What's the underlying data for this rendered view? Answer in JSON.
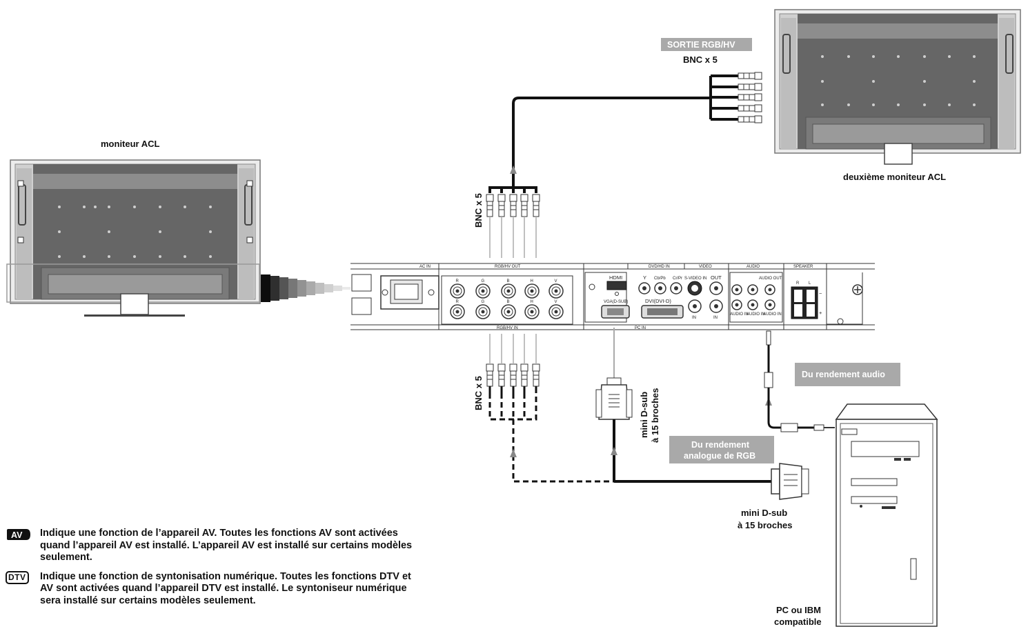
{
  "labels": {
    "lcd_monitor": "moniteur ACL",
    "second_monitor": "deuxième moniteur ACL",
    "rgb_hv_output": "SORTIE RGB/HV",
    "bnc_x5_top": "BNC x 5",
    "bnc_x5_vertical": "BNC x 5",
    "bnc_x5_lower": "BNC x 5",
    "mini_dsub_vert_1": "mini D-sub",
    "mini_dsub_vert_2": "à 15 broches",
    "mini_dsub_1": "mini D-sub",
    "mini_dsub_2": "à 15 broches",
    "audio_output": "Du rendement audio",
    "rgb_analog_1": "Du rendement",
    "rgb_analog_2": "analogue de RGB",
    "pc_1": "PC ou IBM",
    "pc_2": "compatible"
  },
  "panel": {
    "ac_in": "AC IN",
    "rgbhv_out": "RGB/HV OUT",
    "rgbhv_in": "RGB/HV IN",
    "dvd_hd_in": "DVD/HD IN",
    "video": "VIDEO",
    "audio": "AUDIO",
    "speaker": "SPEAKER",
    "pc_in": "PC IN",
    "hdmi": "HDMI",
    "vga": "VGA(D-SUB)",
    "dvi": "DVI(DVI-D)",
    "y": "Y",
    "cb_pb": "Cb/Pb",
    "cr_pr": "Cr/Pr",
    "svideo_in": "S-VIDEO IN",
    "out": "OUT",
    "in_1": "IN",
    "in_2": "IN",
    "audio_out": "AUDIO OUT",
    "audio_in_1": "AUDIO IN",
    "audio_in_2": "AUDIO IN",
    "audio_in_3": "AUDIO IN",
    "speaker_r": "R",
    "speaker_l": "L",
    "minus": "−",
    "plus": "+",
    "rgb_out_labels": [
      "R",
      "G",
      "B",
      "H",
      "V"
    ],
    "rgb_in_labels": [
      "R",
      "G",
      "B",
      "H",
      "V"
    ]
  },
  "notes": [
    {
      "icon": "av-icon",
      "icon_text": "AV",
      "text": "Indique une fonction de l’appareil AV. Toutes les fonctions AV sont activées quand l’appareil AV est installé. L’appareil AV est installé sur certains modèles seulement."
    },
    {
      "icon": "dtv-icon",
      "icon_text": "DTV",
      "text": "Indique une fonction de syntonisation numérique. Toutes les fonctions DTV et AV sont activées quand l’appareil DTV est installé. Le syntoniseur numérique sera installé sur certains modèles seulement."
    }
  ],
  "colors": {
    "badge": "#a9a9a9",
    "panel": "#6e6e6e",
    "cable": "#111111"
  }
}
